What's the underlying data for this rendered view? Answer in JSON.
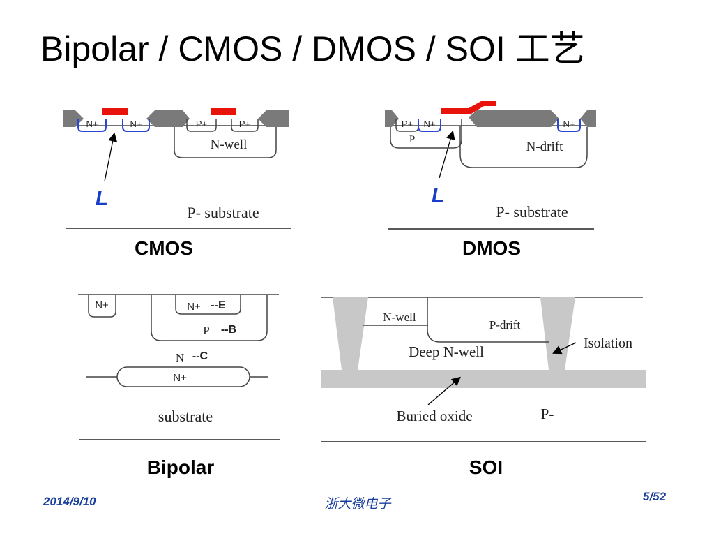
{
  "slide": {
    "title": "Bipolar / CMOS / DMOS / SOI 工艺",
    "date": "2014/9/10",
    "center_footer": "浙大微电子",
    "page": "5/52"
  },
  "cmos": {
    "caption": "CMOS",
    "n_plus_1": "N+",
    "n_plus_2": "N+",
    "p_plus_1": "P+",
    "p_plus_2": "P+",
    "nwell": "N-well",
    "channel_marker": "L",
    "substrate": "P- substrate"
  },
  "dmos": {
    "caption": "DMOS",
    "p_plus": "P+",
    "n_plus_src": "N+",
    "n_plus_drain": "N+",
    "p_body": "P",
    "ndrift": "N-drift",
    "channel_marker": "L",
    "substrate": "P- substrate"
  },
  "bipolar": {
    "caption": "Bipolar",
    "n_plus_contact": "N+",
    "emitter": "N+",
    "emitter_tag": "--E",
    "base": "P",
    "base_tag": "--B",
    "collector": "N",
    "collector_tag": "--C",
    "buried": "N+",
    "substrate": "substrate"
  },
  "soi": {
    "caption": "SOI",
    "nwell": "N-well",
    "pdrift": "P-drift",
    "deep_nwell": "Deep N-well",
    "isolation": "Isolation",
    "buried_oxide": "Buried oxide",
    "substrate": "P-"
  },
  "colors": {
    "gate": "#e8140c",
    "oxide": "#7a7a7a",
    "soi_fill": "#c8c8c8",
    "junction_blue": "#2b46d6",
    "marker_blue": "#1a3ec8",
    "footer_blue": "#1a3e9c"
  }
}
